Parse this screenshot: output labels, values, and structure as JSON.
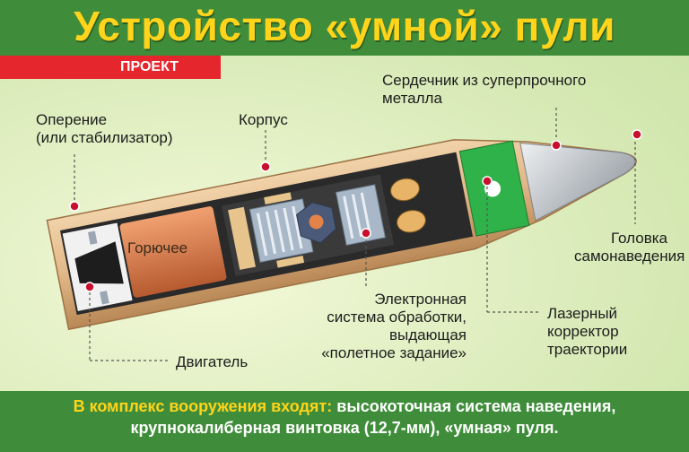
{
  "title": "Устройство «умной» пули",
  "tag": "ПРОЕКТ",
  "labels": {
    "fins": [
      "Оперение",
      "(или стабилизатор)"
    ],
    "body": "Корпус",
    "core": [
      "Сердечник из суперпрочного",
      "металла"
    ],
    "fuel": "Горючее",
    "homing": [
      "Головка",
      "самонаведения"
    ],
    "electronics": [
      "Электронная",
      "система обработки,",
      "выдающая",
      "«полетное задание»"
    ],
    "laser": [
      "Лазерный",
      "корректор",
      "траектории"
    ],
    "engine": "Двигатель"
  },
  "footer": {
    "lead": "В комплекс вооружения входят:",
    "line1": "высокоточная система наведения,",
    "line2": "крупнокалиберная винтовка (12,7-мм), «умная» пуля."
  },
  "colors": {
    "header": "#3f8d3a",
    "title": "#ffd41a",
    "tag": "#e5262d",
    "casing": "#e0b98c",
    "fuel": "#d87a4a",
    "laser_block": "#2fb24a",
    "tip": "#b7bcc2",
    "marker": "#c8102e"
  }
}
